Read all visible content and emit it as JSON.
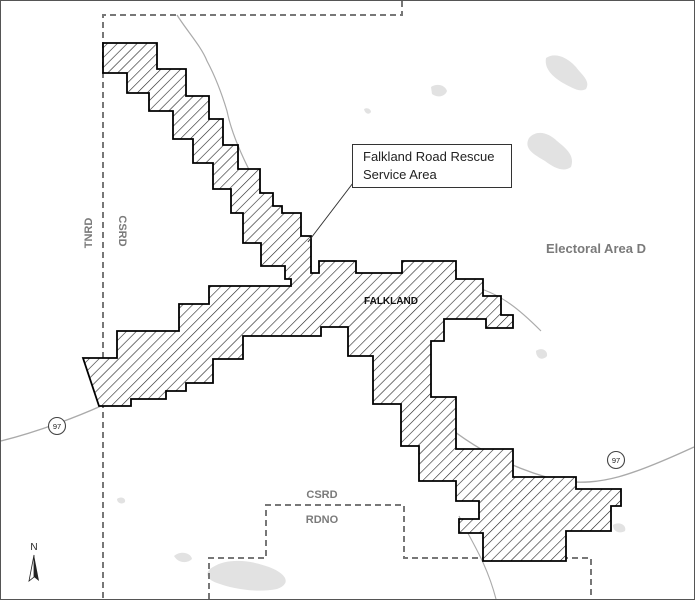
{
  "service_area": {
    "label_line1": "Falkland Road Rescue",
    "label_line2": "Service Area"
  },
  "labels": {
    "community": "FALKLAND",
    "electoral_area": "Electoral Area D",
    "district_west": "TNRD",
    "district_east_vertical": "CSRD",
    "district_north_horizontal": "CSRD",
    "district_south_horizontal": "RDNO",
    "highway_west": "97",
    "highway_east": "97",
    "north_arrow": "N"
  },
  "colors": {
    "boundary": "#777777",
    "service_area_stroke": "#000000",
    "lake": "#e2e2e2",
    "road": "#aaaaaa",
    "label_gray": "#7a7a7a"
  },
  "icons": {
    "north_arrow": "north-arrow-icon",
    "highway_shield": "highway-shield-icon"
  }
}
